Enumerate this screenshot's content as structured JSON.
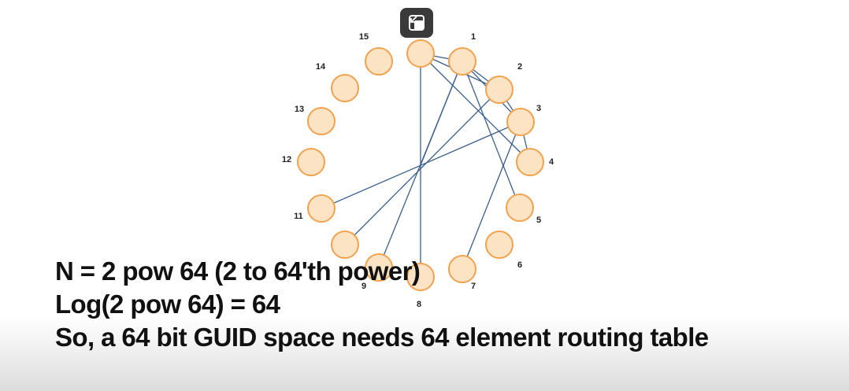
{
  "diagram": {
    "type": "chord-ring",
    "node_labels": [
      "1",
      "2",
      "3",
      "4",
      "5",
      "6",
      "7",
      "8",
      "9",
      "11",
      "12",
      "13",
      "14",
      "15"
    ],
    "node_fill": "#fbe3c4",
    "node_stroke": "#f0a24f",
    "edge_color": "#3a5f8f"
  },
  "slide": {
    "line1": "N = 2 pow 64 (2 to 64'th power)",
    "line2": "Log(2 pow 64) = 64",
    "line3": "So, a 64 bit GUID space needs 64 element routing table"
  },
  "controls": {
    "expand_icon": "expand-icon"
  }
}
